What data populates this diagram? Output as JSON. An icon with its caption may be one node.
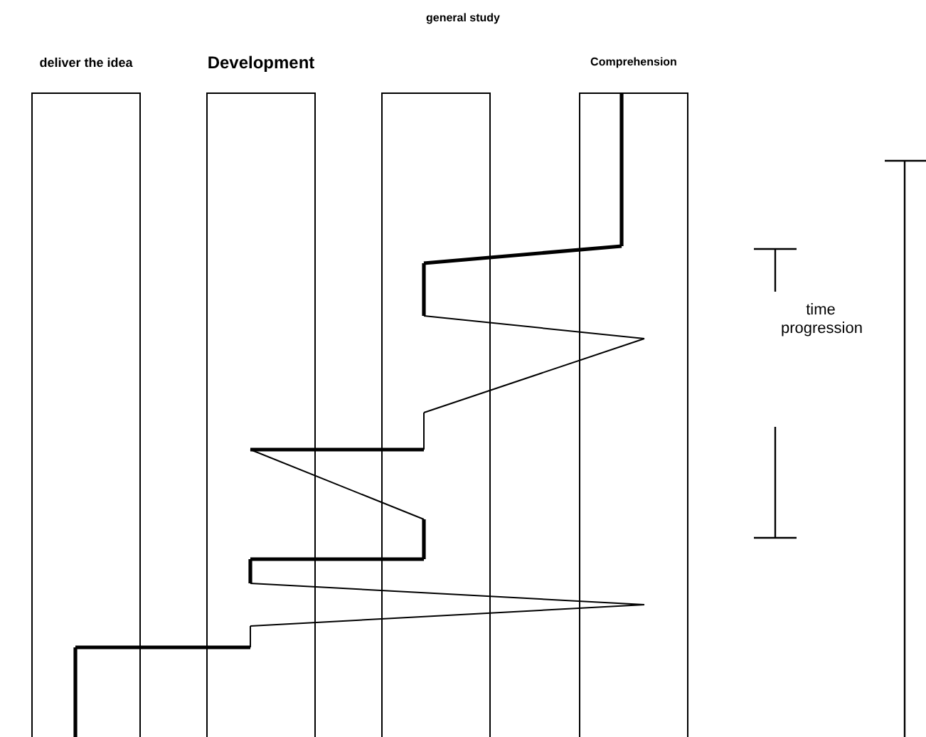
{
  "diagram": {
    "title": "general study",
    "nodes": [
      {
        "text": [
          "deliver the idea"
        ]
      },
      {
        "text": [
          "Development"
        ]
      },
      {
        "text": [],
        "shape": "box"
      },
      {
        "text": [
          "Comprehension"
        ]
      }
    ],
    "labels": [
      "time progression"
    ]
  }
}
